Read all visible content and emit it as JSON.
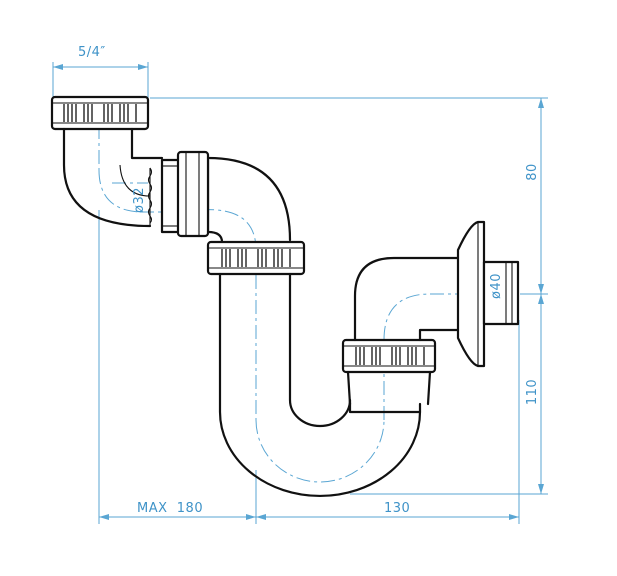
{
  "dimensions": {
    "inlet_size": "5/4″",
    "inlet_diameter": "ø32",
    "outlet_diameter": "ø40",
    "height_top": "80",
    "height_bottom": "110",
    "width_left": "MAX  180",
    "width_right": "130"
  },
  "colors": {
    "line": "#111111",
    "dimension": "#5aa6d3"
  }
}
